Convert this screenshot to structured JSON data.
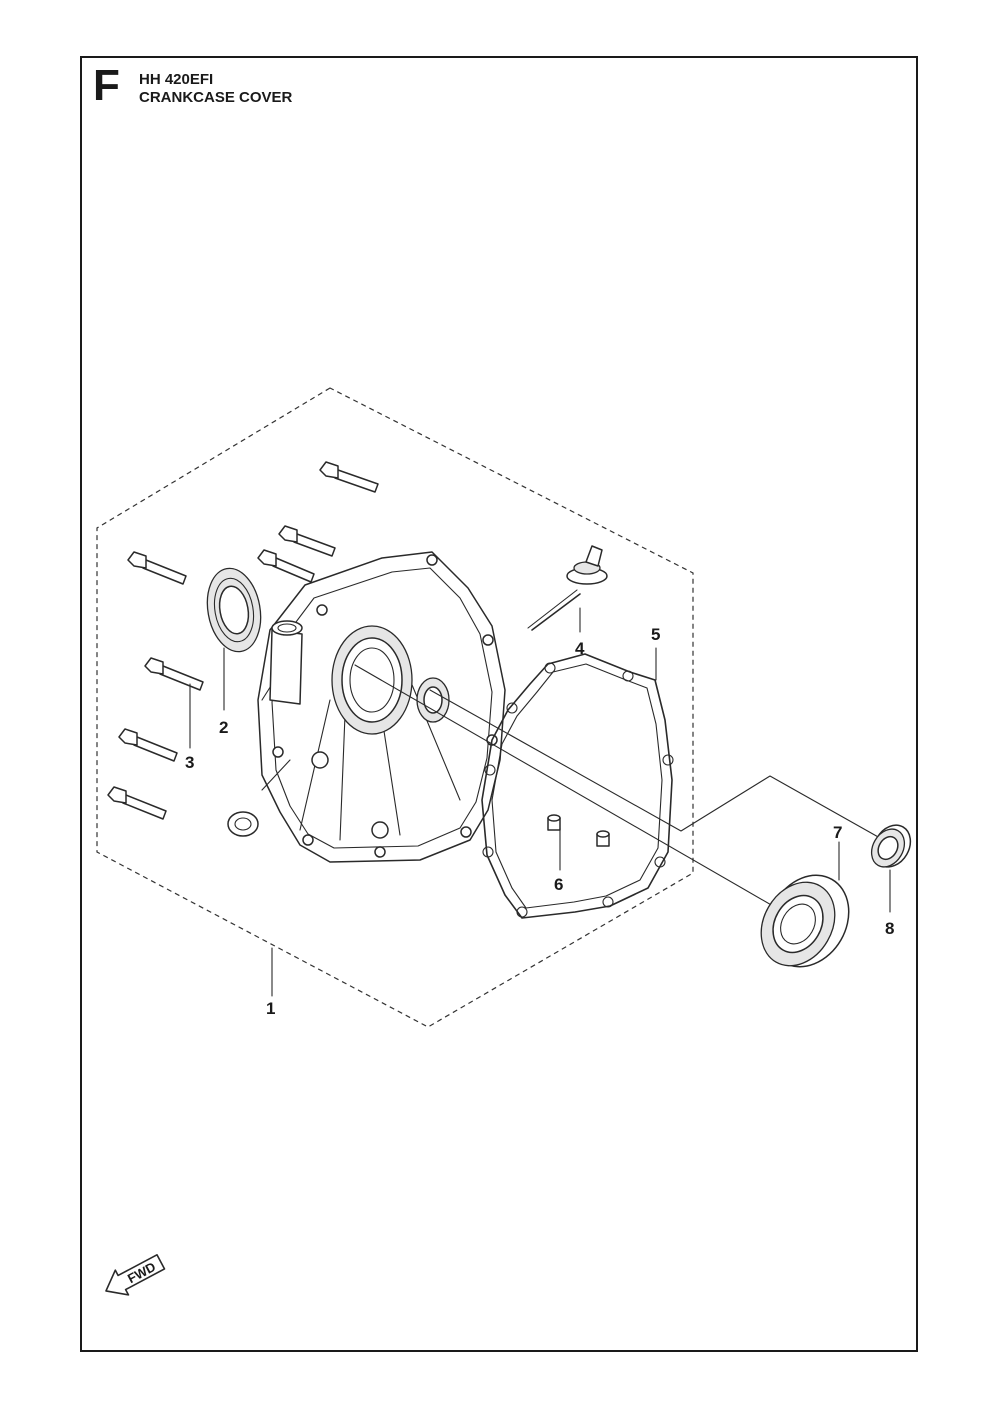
{
  "header": {
    "section_letter": "F",
    "model": "HH 420EFI",
    "assembly_name": "CRANKCASE COVER"
  },
  "callouts": [
    "1",
    "2",
    "3",
    "4",
    "5",
    "6",
    "7",
    "8"
  ],
  "direction_marker": {
    "label": "FWD",
    "icon": "forward-arrow-icon"
  }
}
